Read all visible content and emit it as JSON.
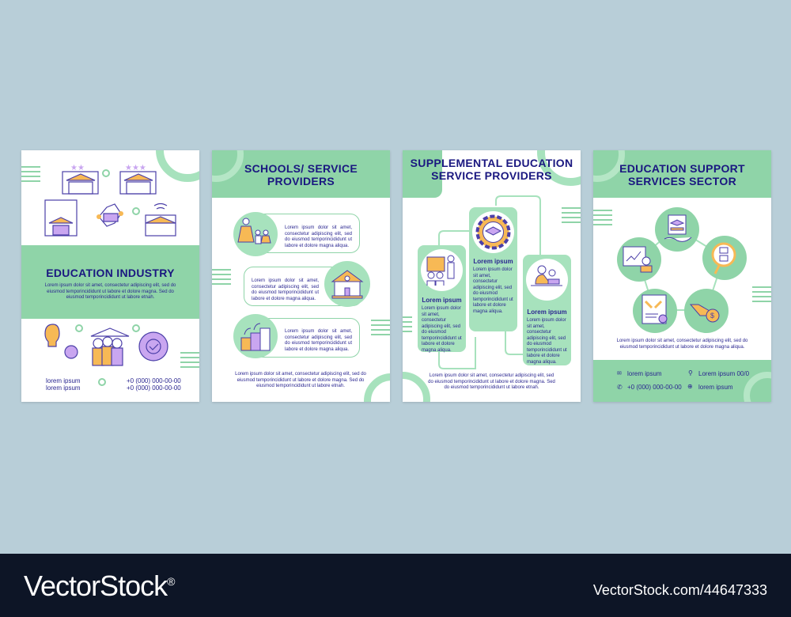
{
  "colors": {
    "background": "#b8ced8",
    "green": "#8fd4a8",
    "navy": "#1a1780",
    "purple": "#c9a6f0",
    "orange": "#f7b955"
  },
  "card1": {
    "title": "EDUCATION INDUSTRY",
    "body": "Lorem ipsum dolor sit amet, consectetur adipiscing elit, sed do eiusmod temporincididunt ut labore et dolore magna. Sed do eiusmod temporincididunt ut labore etnah.",
    "contacts": [
      "lorem ipsum",
      "lorem ipsum"
    ],
    "phones": [
      "+0 (000) 000-00-00",
      "+0 (000) 000-00-00"
    ]
  },
  "card2": {
    "title": "SCHOOLS/ SERVICE PROVIDERS",
    "items": [
      "Lorem ipsum dolor sit amet, consectetur adipiscing elit, sed do eiusmod temporincididunt ut labore et dolore magna aliqua.",
      "Lorem ipsum dolor sit amet, consectetur adipiscing elit, sed do eiusmod temporincididunt ut labore et dolore magna aliqua.",
      "Lorem ipsum dolor sit amet, consectetur adipiscing elit, sed do eiusmod temporincididunt ut labore et dolore magna aliqua."
    ],
    "footer": "Lorem ipsum dolor sit amet, consectetur adipiscing elit, sed do eiusmod temporincididunt ut labore et dolore magna. Sed do eiusmod temporincididunt ut labore etnah."
  },
  "card3": {
    "title": "SUPPLEMENTAL EDUCATION SERVICE PROVIDERS",
    "columns": [
      {
        "heading": "Lorem ipsum",
        "body": "Lorem ipsum dolor sit amet, consectetur adipiscing elit, sed do eiusmod temporincididunt ut labore et dolore magna aliqua."
      },
      {
        "heading": "Lorem ipsum",
        "body": "Lorem ipsum dolor sit amet, consectetur adipiscing elit, sed do eiusmod temporincididunt ut labore et dolore magna aliqua."
      },
      {
        "heading": "Lorem ipsum",
        "body": "Lorem ipsum dolor sit amet, consectetur adipiscing elit, sed do eiusmod temporincididunt ut labore et dolore magna aliqua."
      }
    ],
    "footer": "Lorem ipsum dolor sit amet, consectetur adipiscing elit, sed do eiusmod temporincididunt ut labore et dolore magna. Sed do eiusmod temporincididunt ut labore etnah."
  },
  "card4": {
    "title": "EDUCATION SUPPORT SERVICES SECTOR",
    "body": "Lorem ipsum dolor sit amet, consectetur adipiscing elit, sed do eiusmod temporincididunt ut labore et dolore magna aliqua.",
    "email": "lorem ipsum",
    "address": "Lorem ipsum 00/0",
    "phone": "+0 (000) 000-00-00",
    "web": "lorem ipsum"
  },
  "footer": {
    "brand": "VectorStock",
    "reg": "®",
    "url": "VectorStock.com/44647333"
  }
}
